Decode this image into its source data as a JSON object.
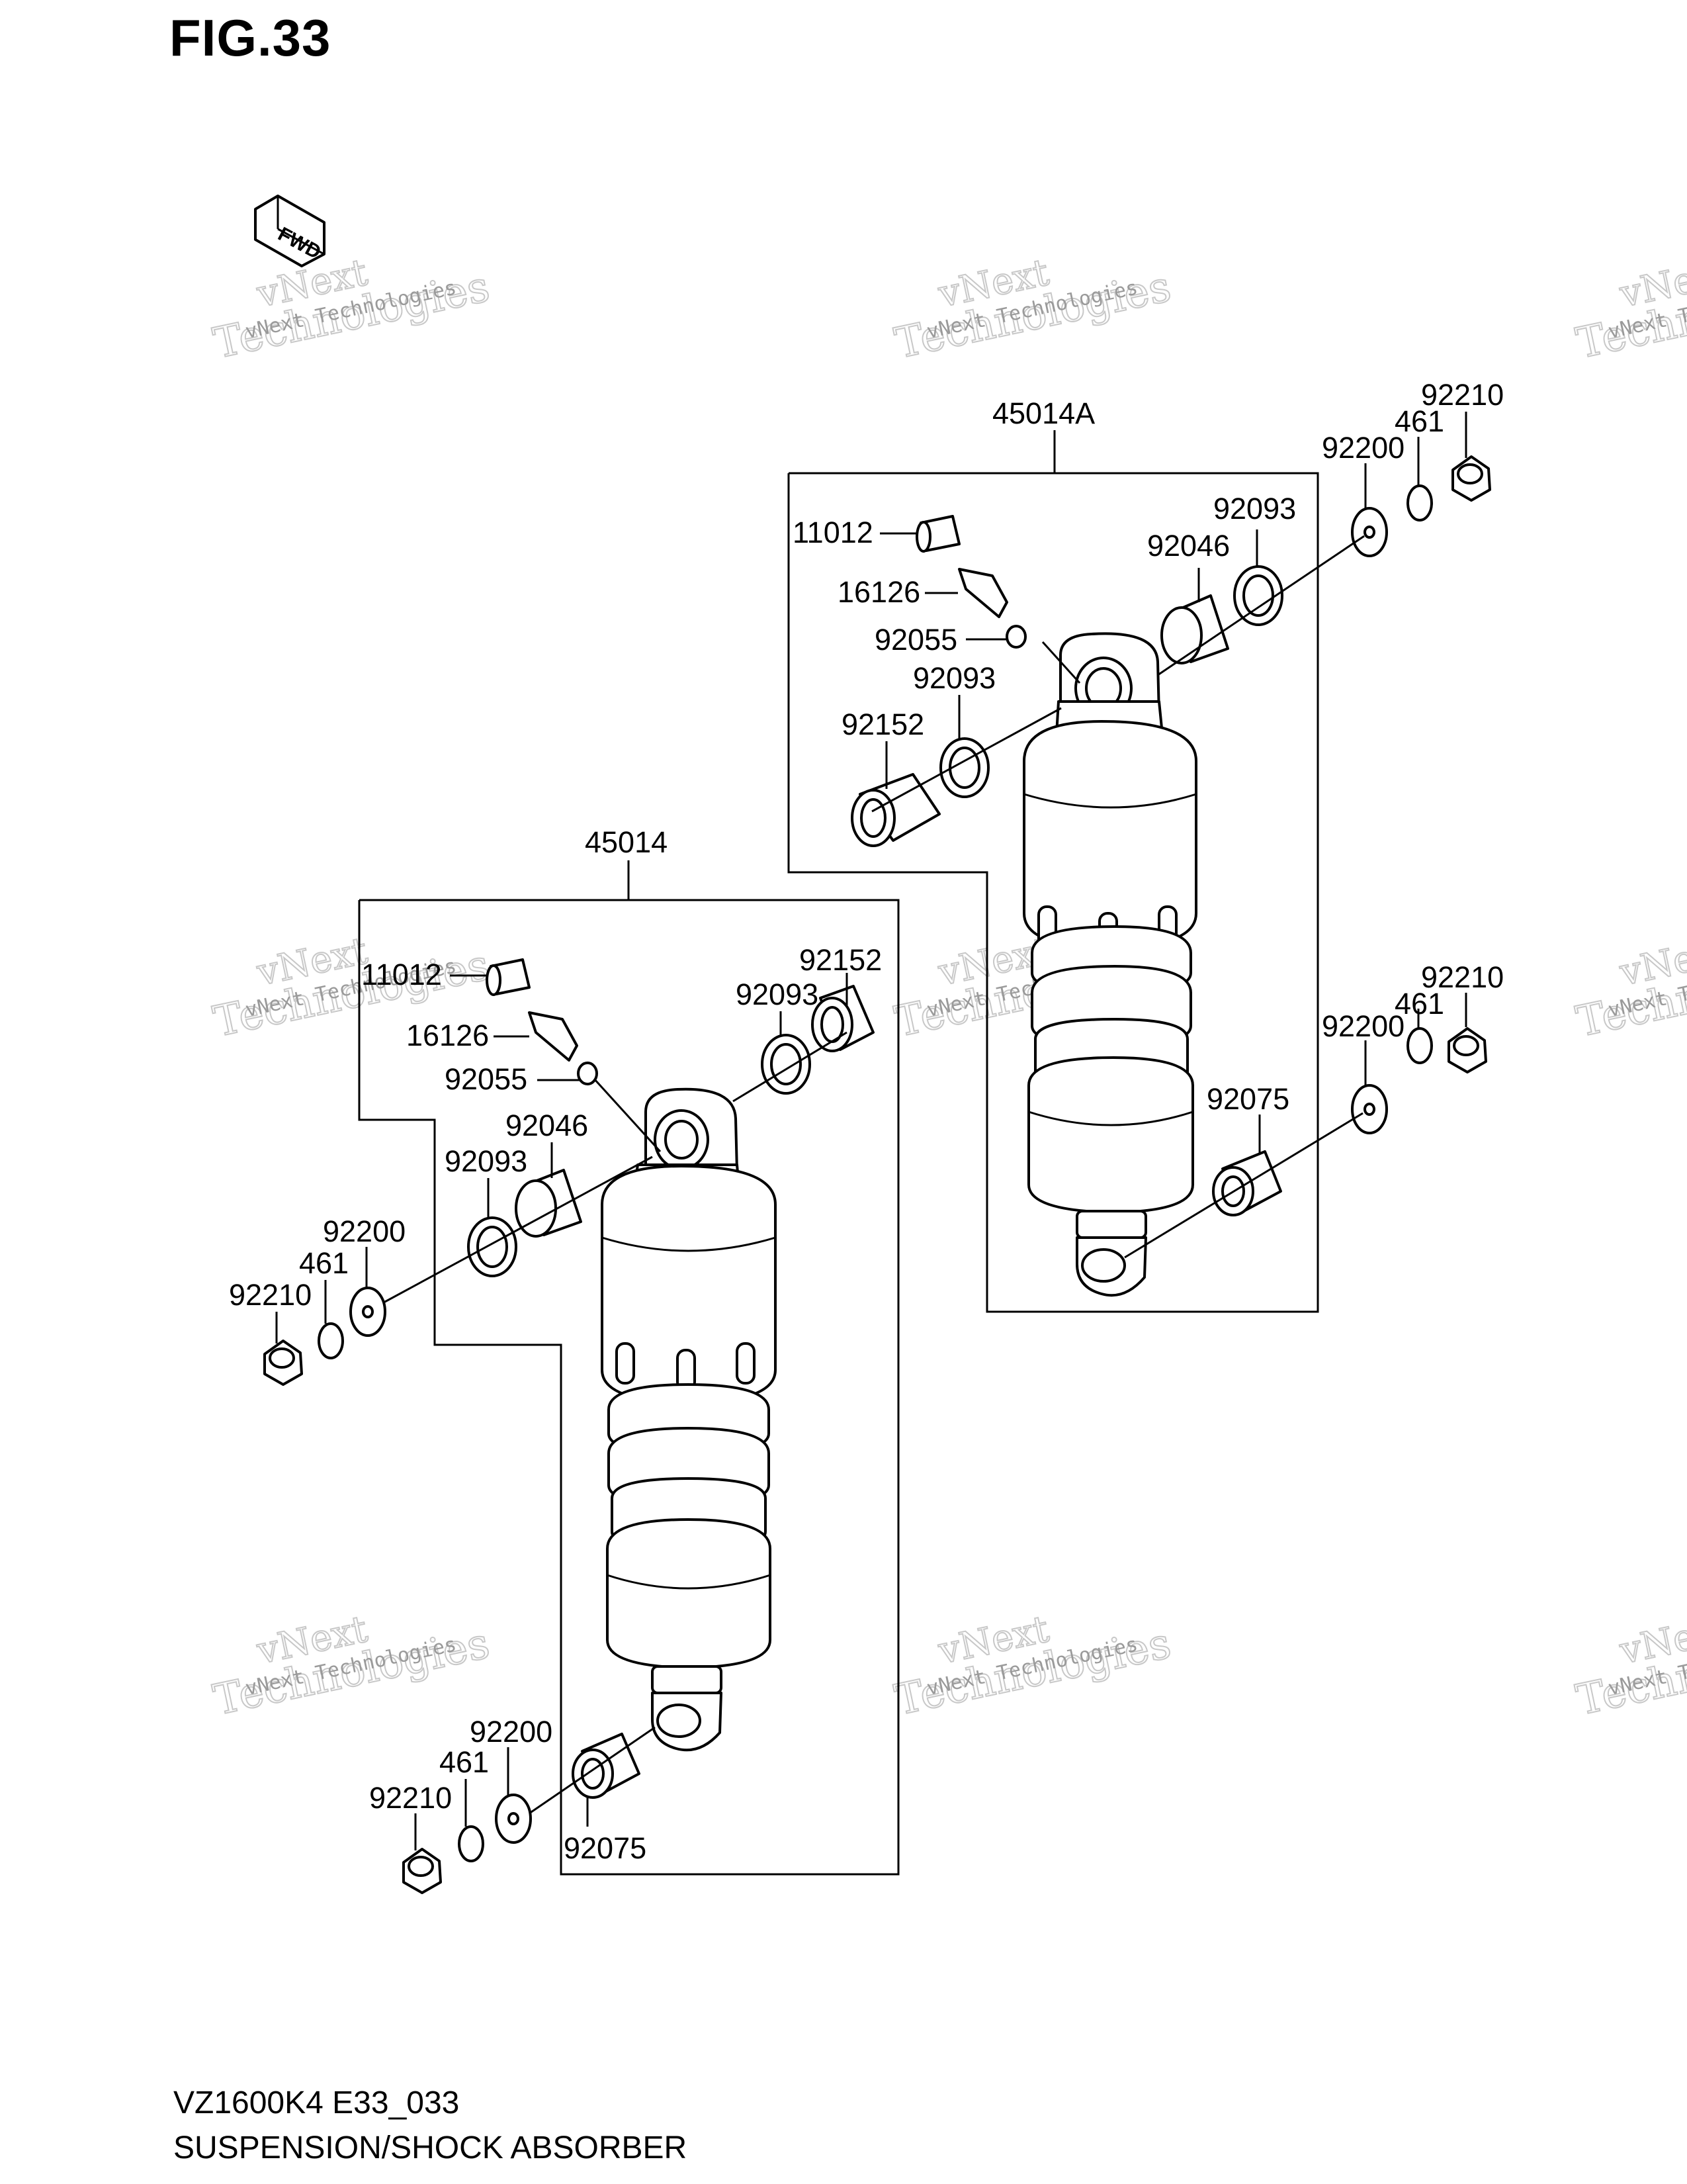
{
  "figure": {
    "title": "FIG.33",
    "model_code": "VZ1600K4 E33_033",
    "section_title": "SUSPENSION/SHOCK ABSORBER"
  },
  "fwd_arrow": {
    "label": "FWD"
  },
  "watermark": {
    "line1": "vNext",
    "line2": "Technologies",
    "small": "vNext Technologies"
  },
  "assemblies": [
    {
      "id": "45014A",
      "label": "45014A"
    },
    {
      "id": "45014",
      "label": "45014"
    }
  ],
  "callouts": {
    "a_11012": "11012",
    "a_16126": "16126",
    "a_92055": "92055",
    "a_92093_low": "92093",
    "a_92152": "92152",
    "a_92046": "92046",
    "a_92093_up": "92093",
    "a_92200_top": "92200",
    "a_461_top": "461",
    "a_92210_top": "92210",
    "a_92200_bot": "92200",
    "a_461_bot": "461",
    "a_92210_bot": "92210",
    "a_92075": "92075",
    "b_11012": "11012",
    "b_16126": "16126",
    "b_92055": "92055",
    "b_92152": "92152",
    "b_92093_r": "92093",
    "b_92046": "92046",
    "b_92093_l": "92093",
    "b_92200_top": "92200",
    "b_461_top": "461",
    "b_92210_top": "92210",
    "b_92200_bot": "92200",
    "b_461_bot": "461",
    "b_92210_bot": "92210",
    "b_92075": "92075"
  }
}
